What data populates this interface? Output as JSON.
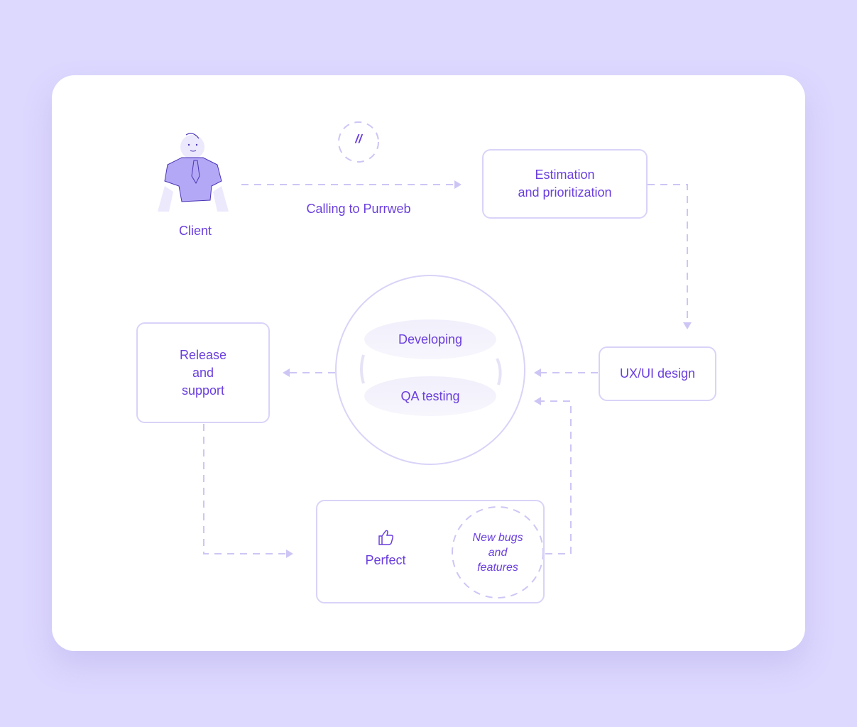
{
  "client": {
    "label": "Client"
  },
  "logo": {
    "text": "//"
  },
  "calling": {
    "label": "Calling to Purrweb"
  },
  "estimation": {
    "line1": "Estimation",
    "line2": "and prioritization"
  },
  "uxui": {
    "label": "UX/UI design"
  },
  "cycle": {
    "developing": "Developing",
    "qa": "QA testing"
  },
  "release": {
    "line1": "Release",
    "line2": "and",
    "line3": "support"
  },
  "outcome": {
    "perfect": "Perfect",
    "bugs1": "New bugs",
    "bugs2": "and",
    "bugs3": "features"
  },
  "colors": {
    "background": "#dcd8fe",
    "accent": "#6a3fde",
    "line": "#cdc6f5"
  }
}
